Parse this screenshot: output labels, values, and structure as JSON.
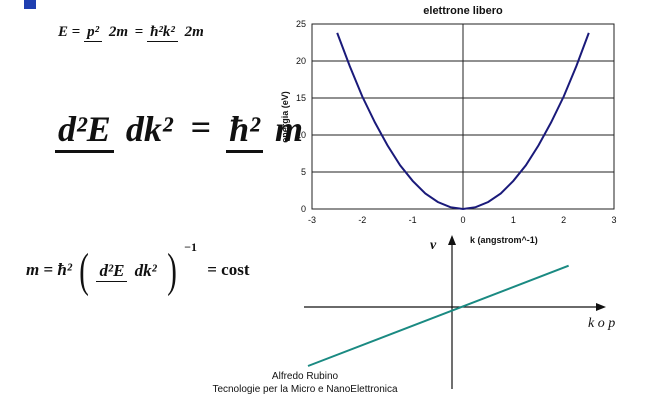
{
  "equations": {
    "eq1": {
      "lhs": "E",
      "eq": "=",
      "num1": "p²",
      "den1": "2m",
      "eq2": "=",
      "num2": "ħ²k²",
      "den2": "2m"
    },
    "eq2": {
      "num1": "d²E",
      "den1": "dk²",
      "eq": "=",
      "num2": "ħ²",
      "den2": "m"
    },
    "eq3": {
      "lhs": "m",
      "eq": "=",
      "hbar": "ħ²",
      "num": "d²E",
      "den": "dk²",
      "exp": "−1",
      "eq2": "=",
      "rhs": "cost"
    }
  },
  "chart_data": [
    {
      "type": "line",
      "title": "elettrone libero",
      "xlabel": "k (angstrom^-1)",
      "ylabel": "energia (eV)",
      "xlim": [
        -3,
        3
      ],
      "ylim": [
        0,
        25
      ],
      "xticks": [
        "-3",
        "-2",
        "-1",
        "0",
        "1",
        "2",
        "3"
      ],
      "yticks": [
        "0",
        "5",
        "10",
        "15",
        "20",
        "25"
      ],
      "grid": true,
      "color": "#1a1a7a",
      "series": [
        {
          "x": [
            -2.5,
            -2.25,
            -2.0,
            -1.75,
            -1.5,
            -1.25,
            -1.0,
            -0.75,
            -0.5,
            -0.25,
            0,
            0.25,
            0.5,
            0.75,
            1.0,
            1.25,
            1.5,
            1.75,
            2.0,
            2.25,
            2.5
          ],
          "values": [
            23.8,
            19.3,
            15.2,
            11.7,
            8.6,
            5.9,
            3.8,
            2.1,
            0.95,
            0.24,
            0,
            0.24,
            0.95,
            2.1,
            3.8,
            5.9,
            8.6,
            11.7,
            15.2,
            19.3,
            23.8
          ]
        }
      ]
    },
    {
      "type": "line",
      "xlabel": "k o p",
      "ylabel": "v",
      "color": "#1a8a82",
      "series": [
        {
          "x": [
            -1,
            1
          ],
          "values": [
            -1,
            1
          ]
        }
      ]
    }
  ],
  "credit": {
    "line1": "Alfredo Rubino",
    "line2": "Tecnologie per la Micro e NanoElettronica"
  }
}
